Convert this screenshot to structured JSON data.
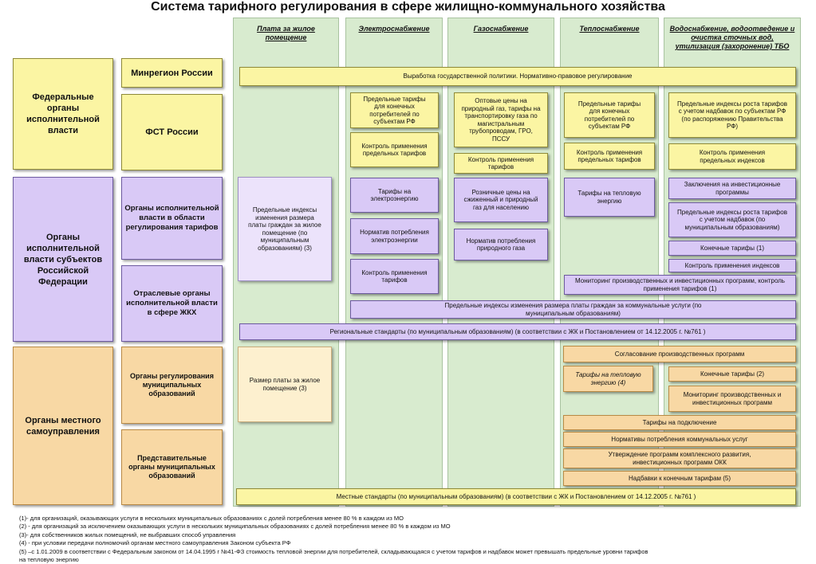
{
  "title": "Система тарифного регулирования в сфере жилищно-коммунального хозяйства",
  "columns": [
    "Плата за жилое помещение",
    "Электроснабжение",
    "Газоснабжение",
    "Теплоснабжение",
    "Водоснабжение, водоотведение и очистка сточных вод, утилизация (захоронение) ТБО"
  ],
  "levels": {
    "federal": "Федеральные органы исполнительной власти",
    "regional": "Органы исполнительной власти субъектов Российской Федерации",
    "local": "Органы местного самоуправления"
  },
  "bodies": {
    "minregion": "Минрегион России",
    "fst": "ФСТ России",
    "reg_tariff": "Органы исполнительной власти в области регулирования тарифов",
    "reg_branch": "Отраслевые органы исполнительной власти в сфере ЖКХ",
    "mun_reg": "Органы регулирования муниципальных образований",
    "mun_rep": "Представительные органы муниципальных образований"
  },
  "boxes": {
    "policy": "Выработка государственной политики. Нормативно-правовое регулирование",
    "housing_index": "Предельные индексы изменения размера платы граждан за жилое помещение (по муниципальным образованиям) (3)",
    "housing_fee": "Размер платы за жилое помещение  (3)",
    "el_final": "Предельные тарифы для конечных потребителей по субъектам РФ",
    "el_control": "Контроль применения предельных тарифов",
    "el_tariffs": "Тарифы на электроэнергию",
    "el_norm": "Норматив потребления электроэнергии",
    "el_control2": "Контроль применения тарифов",
    "gas_wholesale": "Оптовые цены на природный газ, тарифы на транспортировку газа по магистральным трубопроводам, ГРО, ПССУ",
    "gas_control": "Контроль  применения тарифов",
    "gas_retail": "Розничные цены на сжиженный и природный газ для населению",
    "gas_norm": "Норматив потребления природного газа",
    "heat_final": "Предельные тарифы для конечных потребителей по субъектам РФ",
    "heat_control": "Контроль  применения предельных тарифов",
    "heat_tariffs": "Тарифы на тепловую энергию",
    "heat_mun": "Тарифы на тепловую энергию (4)",
    "water_index": "Предельные индексы  роста тарифов с учетом надбавок по субъектам РФ (по распоряжению Правительства РФ)",
    "water_control": "Контроль  применения предельных индексов",
    "water_invest": "Заключения на инвестиционные программы",
    "water_index_mun": "Предельные индексы роста тарифов с учетом надбавок (по муниципальным образованиям)",
    "water_final": "Конечные тарифы (1)",
    "water_control_idx": "Контроль применения индексов",
    "monitoring": "Мониторинг производственных и инвестиционных программ, контроль  применения тарифов (1)",
    "citizens_index": "Предельные индексы изменения размера платы граждан за коммунальные услуги (по муниципальным образованиям)",
    "regional_std": "Региональные стандарты (по муниципальным образованиям) (в соответствии с ЖК и Постановлением  от 14.12.2005 г. №761 )",
    "prod_programs": "Согласование  производственных программ",
    "final_tariffs2": "Конечные тарифы (2)",
    "monitoring2": "Мониторинг производственных и инвестиционных программ",
    "connection": "Тарифы на подключение",
    "norms_utilities": "Нормативы потребления коммунальных услуг",
    "approval": "Утверждение программ комплексного развития, инвестиционных программ ОКК",
    "surcharges": "Надбавки к конечным тарифам (5)",
    "local_std": "Местные стандарты (по муниципальным образованиям)  (в соответствии с ЖК и Постановлением  от 14.12.2005 г. №761 )"
  },
  "footnotes": [
    "(1)- для организаций, оказывающих услуги в нескольких муниципальных образованиях с долей потребления менее 80 % в каждом из МО",
    "(2) - для организаций за исключением оказывающих услуги в нескольких  муниципальных образованиях с долей потребления менее 80 % в каждом из МО",
    "(3)- для  собственников жилых помещений, не выбравших способ управления",
    "(4) - при условии передачи полномочий органам местного самоуправления Законом субъекта РФ",
    "(5) –с 1.01.2009 в соответствии с Федеральным законом  от 14.04.1995 г №41-ФЗ стоимость тепловой энергии для потребителей, складывающаяся с учетом тарифов и надбавок может превышать предельные уровни тарифов",
    "на тепловую энергию"
  ]
}
